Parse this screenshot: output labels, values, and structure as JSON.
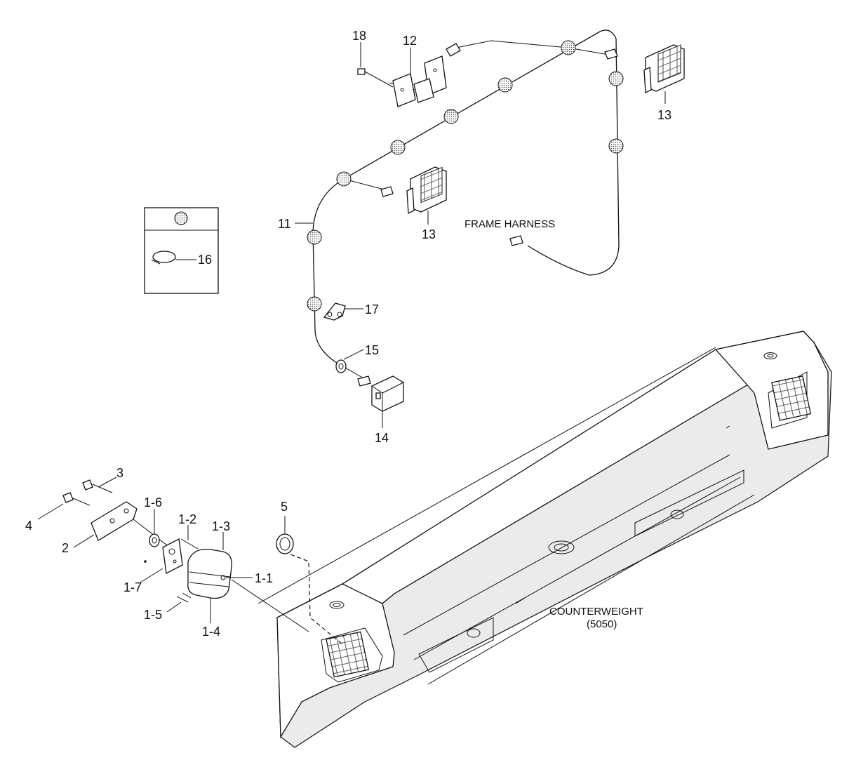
{
  "labels": {
    "p18": "18",
    "p12": "12",
    "p13a": "13",
    "p13b": "13",
    "p11": "11",
    "p16": "16",
    "p17": "17",
    "p15": "15",
    "p14": "14",
    "p3": "3",
    "p4": "4",
    "p2": "2",
    "p1_6": "1-6",
    "p1_2": "1-2",
    "p1_3": "1-3",
    "p1_1": "1-1",
    "p1_7": "1-7",
    "p1_5": "1-5",
    "p1_4": "1-4",
    "p5": "5",
    "frame_harness": "FRAME HARNESS",
    "counterweight": "COUNTERWEIGHT",
    "counterweight_model": "(5050)"
  },
  "colors": {
    "line": "#111111",
    "clip_fill": "#c8c8c8",
    "body_fill": "#ebebeb",
    "background": "#ffffff"
  }
}
